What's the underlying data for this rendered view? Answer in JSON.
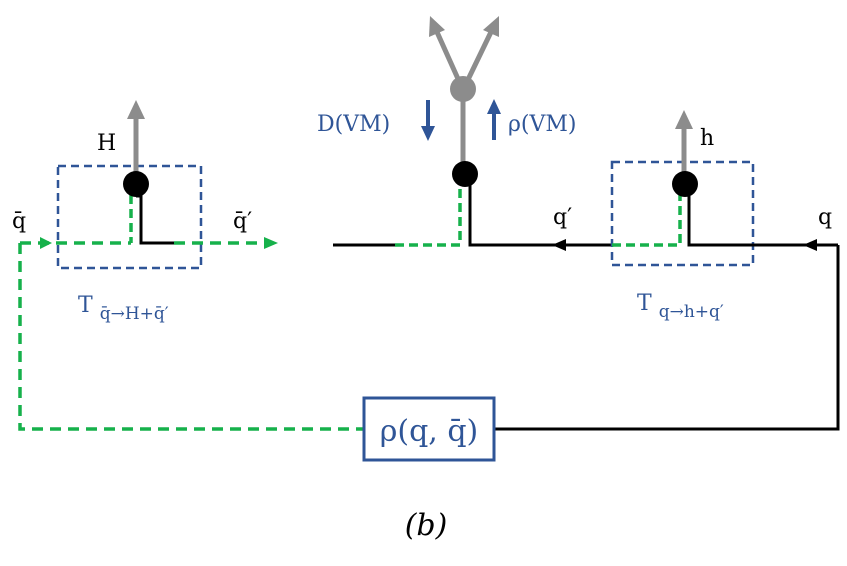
{
  "diagram": {
    "caption": "(b)",
    "left_vertex": {
      "label_H": "H",
      "label_qbar": "q̄",
      "label_qbar_prime": "q̄′",
      "transition_main": "T",
      "transition_sub": "q̄→H+q̄′"
    },
    "middle_vertex": {
      "label_down": "D(VM)",
      "label_up": "ρ(VM)"
    },
    "right_vertex": {
      "label_h": "h",
      "label_q": "q",
      "label_q_prime": "q′",
      "transition_main": "T",
      "transition_sub": "q→h+q′"
    },
    "density_box": {
      "label": "ρ(q, q̄)"
    }
  },
  "colors": {
    "green": "#16B14B",
    "gray": "#8C8C8C",
    "blue": "#2F5597",
    "black": "#000000"
  }
}
